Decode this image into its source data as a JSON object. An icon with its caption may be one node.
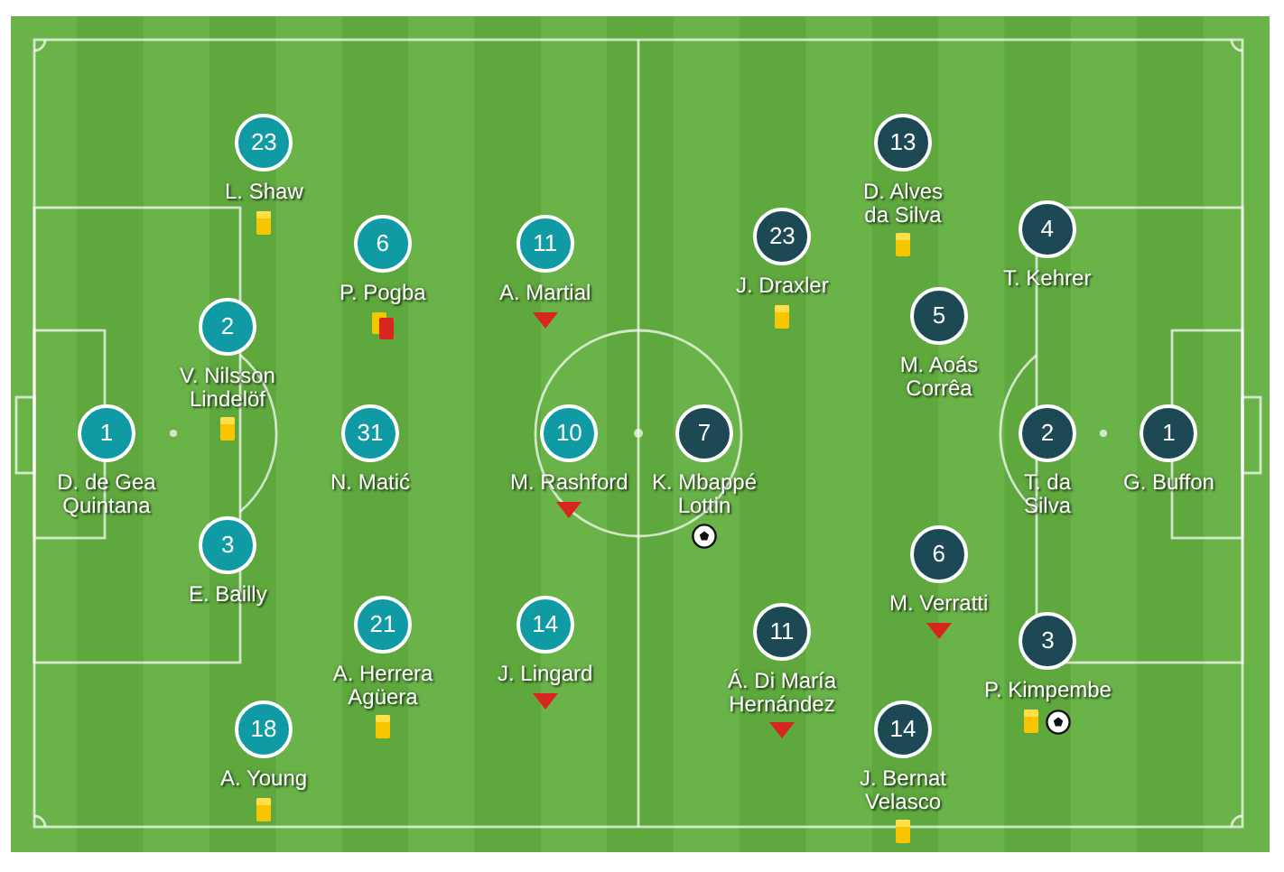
{
  "diagram": {
    "nodes": [
      {
        "text": [
          "1",
          "D. de Gea Quintana"
        ]
      },
      {
        "text": [
          "23",
          "L. Shaw"
        ]
      },
      {
        "text": [
          "2",
          "V. Nilsson Lindelöf"
        ]
      },
      {
        "text": [
          "3",
          "E. Bailly"
        ]
      },
      {
        "text": [
          "18",
          "A. Young"
        ]
      },
      {
        "text": [
          "6",
          "P. Pogba"
        ]
      },
      {
        "text": [
          "31",
          "N. Matić"
        ]
      },
      {
        "text": [
          "21",
          "A. Herrera Agüera"
        ]
      },
      {
        "text": [
          "11",
          "A. Martial"
        ]
      },
      {
        "text": [
          "10",
          "M. Rashford"
        ]
      },
      {
        "text": [
          "14",
          "J. Lingard"
        ]
      },
      {
        "text": [
          "7",
          "K. Mbappé Lottin"
        ]
      },
      {
        "text": [
          "23",
          "J. Draxler"
        ]
      },
      {
        "text": [
          "11",
          "Á. Di María Hernández"
        ]
      },
      {
        "text": [
          "13",
          "D. Alves da Silva"
        ]
      },
      {
        "text": [
          "5",
          "M. Aoás Corrêa"
        ]
      },
      {
        "text": [
          "6",
          "M. Verratti"
        ]
      },
      {
        "text": [
          "14",
          "J. Bernat Velasco"
        ]
      },
      {
        "text": [
          "4",
          "T. Kehrer"
        ]
      },
      {
        "text": [
          "2",
          "T. da Silva"
        ]
      },
      {
        "text": [
          "3",
          "P. Kimpembe"
        ]
      },
      {
        "text": [
          "1",
          "G. Buffon"
        ]
      }
    ]
  }
}
